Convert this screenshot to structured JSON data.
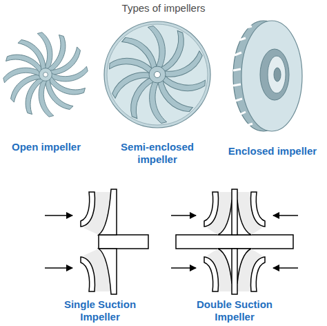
{
  "diagram": {
    "title": "Types of impellers",
    "labels": [
      "Open impeller",
      "Semi-enclosed impeller",
      "Enclosed impeller",
      "Single Suction Impeller",
      "Double Suction Impeller"
    ]
  }
}
